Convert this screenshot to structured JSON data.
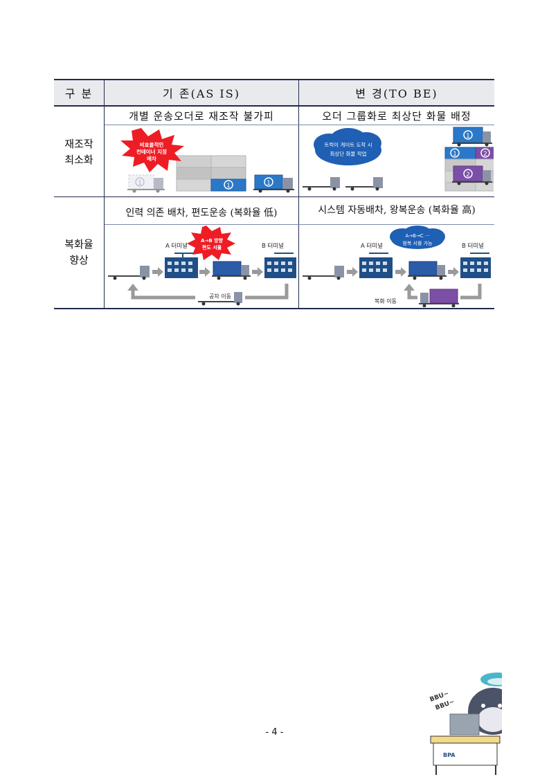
{
  "table": {
    "header": {
      "col1": "구 분",
      "col2": "기  존(AS IS)",
      "col3": "변  경(TO BE)"
    },
    "row1": {
      "label": [
        "재조작",
        "최소화"
      ],
      "as_is_caption": "개별 운송오더로 재조작 불가피",
      "to_be_caption": "오더 그룹화로 최상단 화물 배정",
      "as_is_burst": [
        "비효율적인",
        "컨테이너 지정",
        "배차"
      ],
      "to_be_cloud": [
        "트럭이 게이트 도착 시",
        "최상단 화물 작업"
      ],
      "num1": "1",
      "num2": "2"
    },
    "row2": {
      "label": [
        "복화율",
        "향상"
      ],
      "as_is_caption": "인력 의존 배차, 편도운송 (복화율 低)",
      "to_be_caption": "시스템 자동배차, 왕복운송 (복화율 高)",
      "terminal_a": "A 터미널",
      "terminal_b": "B 터미널",
      "as_is_burst": [
        "A→B 방향",
        "편도 서롤"
      ],
      "as_is_return": "공차 이동",
      "to_be_cloud": [
        "A→B→C ···",
        "왕복 서롤 가능"
      ],
      "to_be_return": "복화 이동"
    }
  },
  "page_number": "- 4 -",
  "mascot": {
    "sound": [
      "BBU~",
      "BBU~"
    ],
    "logo": "BPA"
  },
  "colors": {
    "header_bg": "#e9eaee",
    "rule": "#1f2b4d",
    "burst": "#ee1c24",
    "cloud": "#1f5fb4",
    "container_blue": "#2b78c8",
    "container_purple": "#7c4fa6"
  }
}
